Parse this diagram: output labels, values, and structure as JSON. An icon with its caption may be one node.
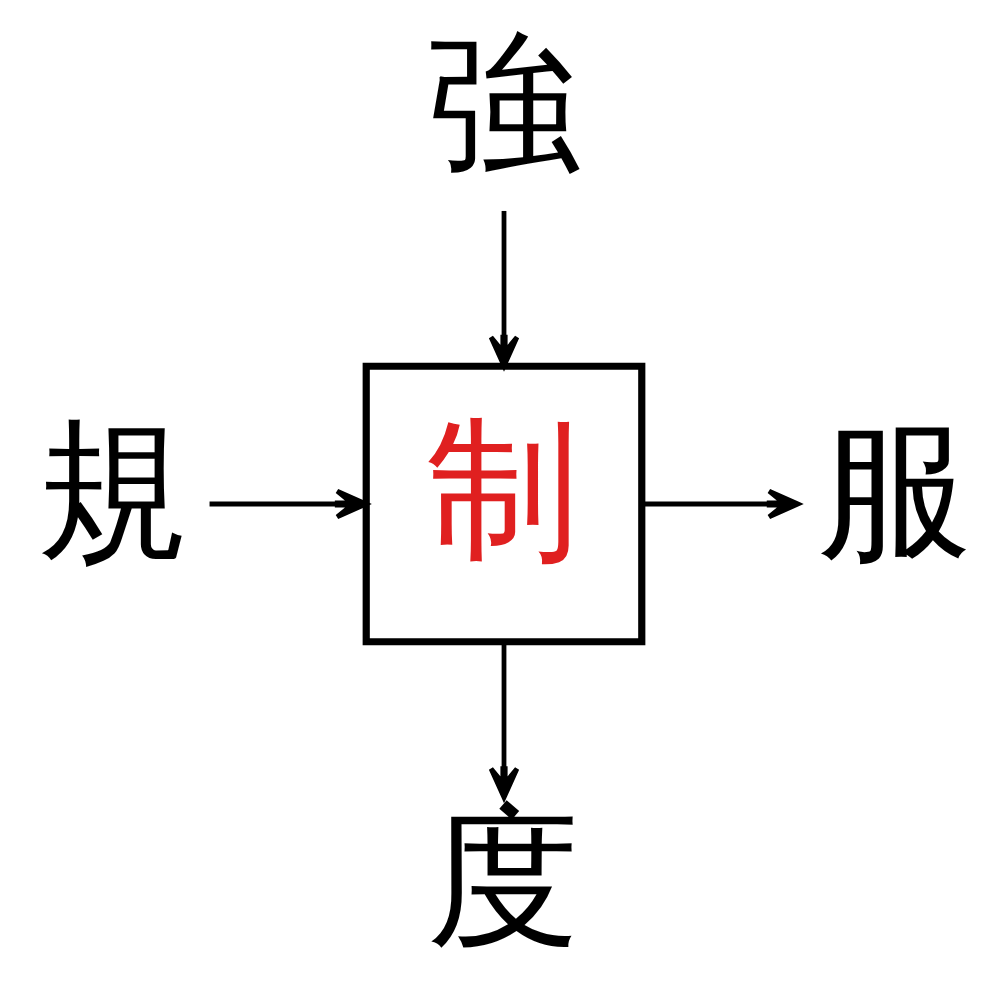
{
  "diagram": {
    "nodes": [
      {
        "text": [
          "強"
        ]
      },
      {
        "text": [
          "規"
        ]
      },
      {
        "text": [
          "制"
        ]
      },
      {
        "text": [
          "服"
        ]
      },
      {
        "text": [
          "度"
        ]
      }
    ],
    "edges": [
      {
        "from": 0,
        "to": 2,
        "arrow": "to"
      },
      {
        "from": 1,
        "to": 2,
        "arrow": "to"
      },
      {
        "from": 2,
        "to": 3,
        "arrow": "to"
      },
      {
        "from": 2,
        "to": 4,
        "arrow": "to"
      }
    ]
  }
}
